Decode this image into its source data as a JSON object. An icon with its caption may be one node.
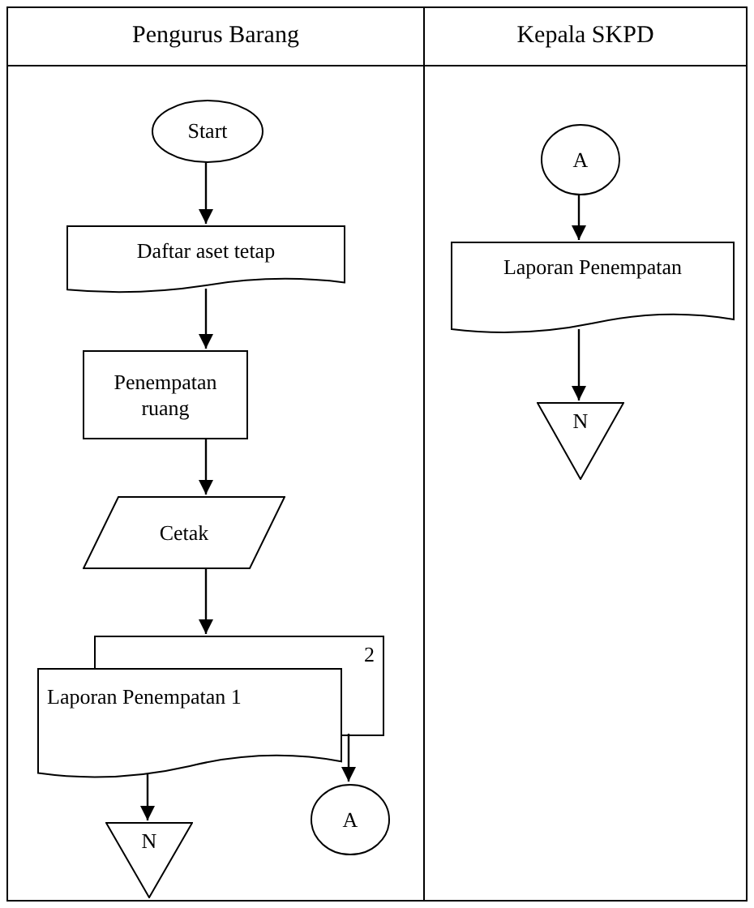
{
  "diagram": {
    "nodes": [
      {
        "text": [
          "Pengurus Barang"
        ]
      },
      {
        "text": [
          "Kepala SKPD"
        ]
      },
      {
        "text": [
          "Start"
        ],
        "in": 0
      },
      {
        "text": [
          "Daftar aset tetap"
        ],
        "in": 0
      },
      {
        "text": [
          "Penempatan ruang"
        ],
        "in": 0
      },
      {
        "text": [
          "Cetak"
        ],
        "in": 0
      },
      {
        "text": [
          "Laporan Penempatan 1",
          "2"
        ],
        "in": 0
      },
      {
        "text": [
          "N"
        ],
        "in": 0
      },
      {
        "text": [
          "A"
        ],
        "in": 0
      },
      {
        "text": [
          "A"
        ],
        "in": 1
      },
      {
        "text": [
          "Laporan Penempatan"
        ],
        "in": 1
      },
      {
        "text": [
          "N"
        ],
        "in": 1
      }
    ],
    "edges": [
      {
        "from": 2,
        "to": 3,
        "arrow": "to"
      },
      {
        "from": 3,
        "to": 4,
        "arrow": "to"
      },
      {
        "from": 4,
        "to": 5,
        "arrow": "to"
      },
      {
        "from": 5,
        "to": 6,
        "arrow": "to"
      },
      {
        "from": 6,
        "to": 7,
        "arrow": "to"
      },
      {
        "from": 6,
        "to": 8,
        "arrow": "to"
      },
      {
        "from": 9,
        "to": 10,
        "arrow": "to"
      },
      {
        "from": 10,
        "to": 11,
        "arrow": "to"
      }
    ]
  }
}
